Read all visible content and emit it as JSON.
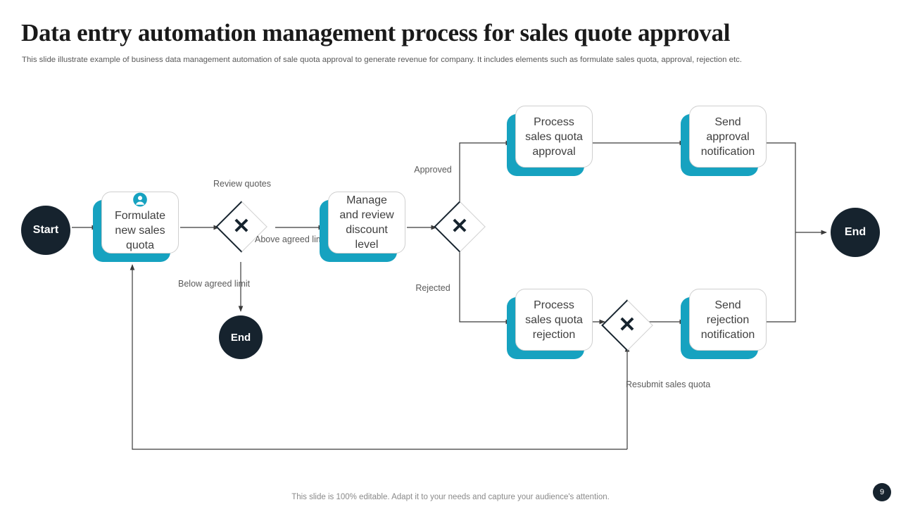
{
  "header": {
    "title": "Data entry automation management process for sales quote approval",
    "subtitle": "This slide illustrate example of business data management automation of sale quota approval to generate revenue for  company. It includes elements such as formulate sales quota, approval, rejection etc."
  },
  "footer": {
    "note": "This slide is 100% editable. Adapt it to your needs and capture your audience's attention.",
    "page_number": "9"
  },
  "theme": {
    "accent": "#16a2c0",
    "dark": "#16232e",
    "card_border": "#cfcfcf",
    "text": "#3f3f3f",
    "label_text": "#5a5a5a"
  },
  "diagram": {
    "type": "flowchart",
    "nodes": {
      "start": {
        "label": "Start",
        "shape": "circle"
      },
      "formulate": {
        "label": "Formulate new sales quota",
        "shape": "task-card",
        "icon": "user-avatar-icon"
      },
      "gateway_review": {
        "label": "",
        "shape": "gateway",
        "glyph": "✕"
      },
      "manage": {
        "label": "Manage and review discount level",
        "shape": "task-card"
      },
      "gateway_discount": {
        "label": "",
        "shape": "gateway",
        "glyph": "✕"
      },
      "process_approval": {
        "label": "Process sales quota approval",
        "shape": "task-card"
      },
      "send_approval": {
        "label": "Send approval notification",
        "shape": "task-card"
      },
      "process_rejection": {
        "label": "Process sales quota rejection",
        "shape": "task-card"
      },
      "gateway_resubmit": {
        "label": "",
        "shape": "gateway",
        "glyph": "✕"
      },
      "send_rejection": {
        "label": "Send rejection notification",
        "shape": "task-card"
      },
      "end_right": {
        "label": "End",
        "shape": "circle"
      },
      "end_below": {
        "label": "End",
        "shape": "circle"
      }
    },
    "edge_labels": {
      "review_quotes": "Review quotes",
      "above_agreed_limit": "Above agreed  limit",
      "below_agreed_limit": "Below agreed  limit",
      "approved": "Approved",
      "rejected": "Rejected",
      "resubmit": "Resubmit sales quota"
    }
  }
}
